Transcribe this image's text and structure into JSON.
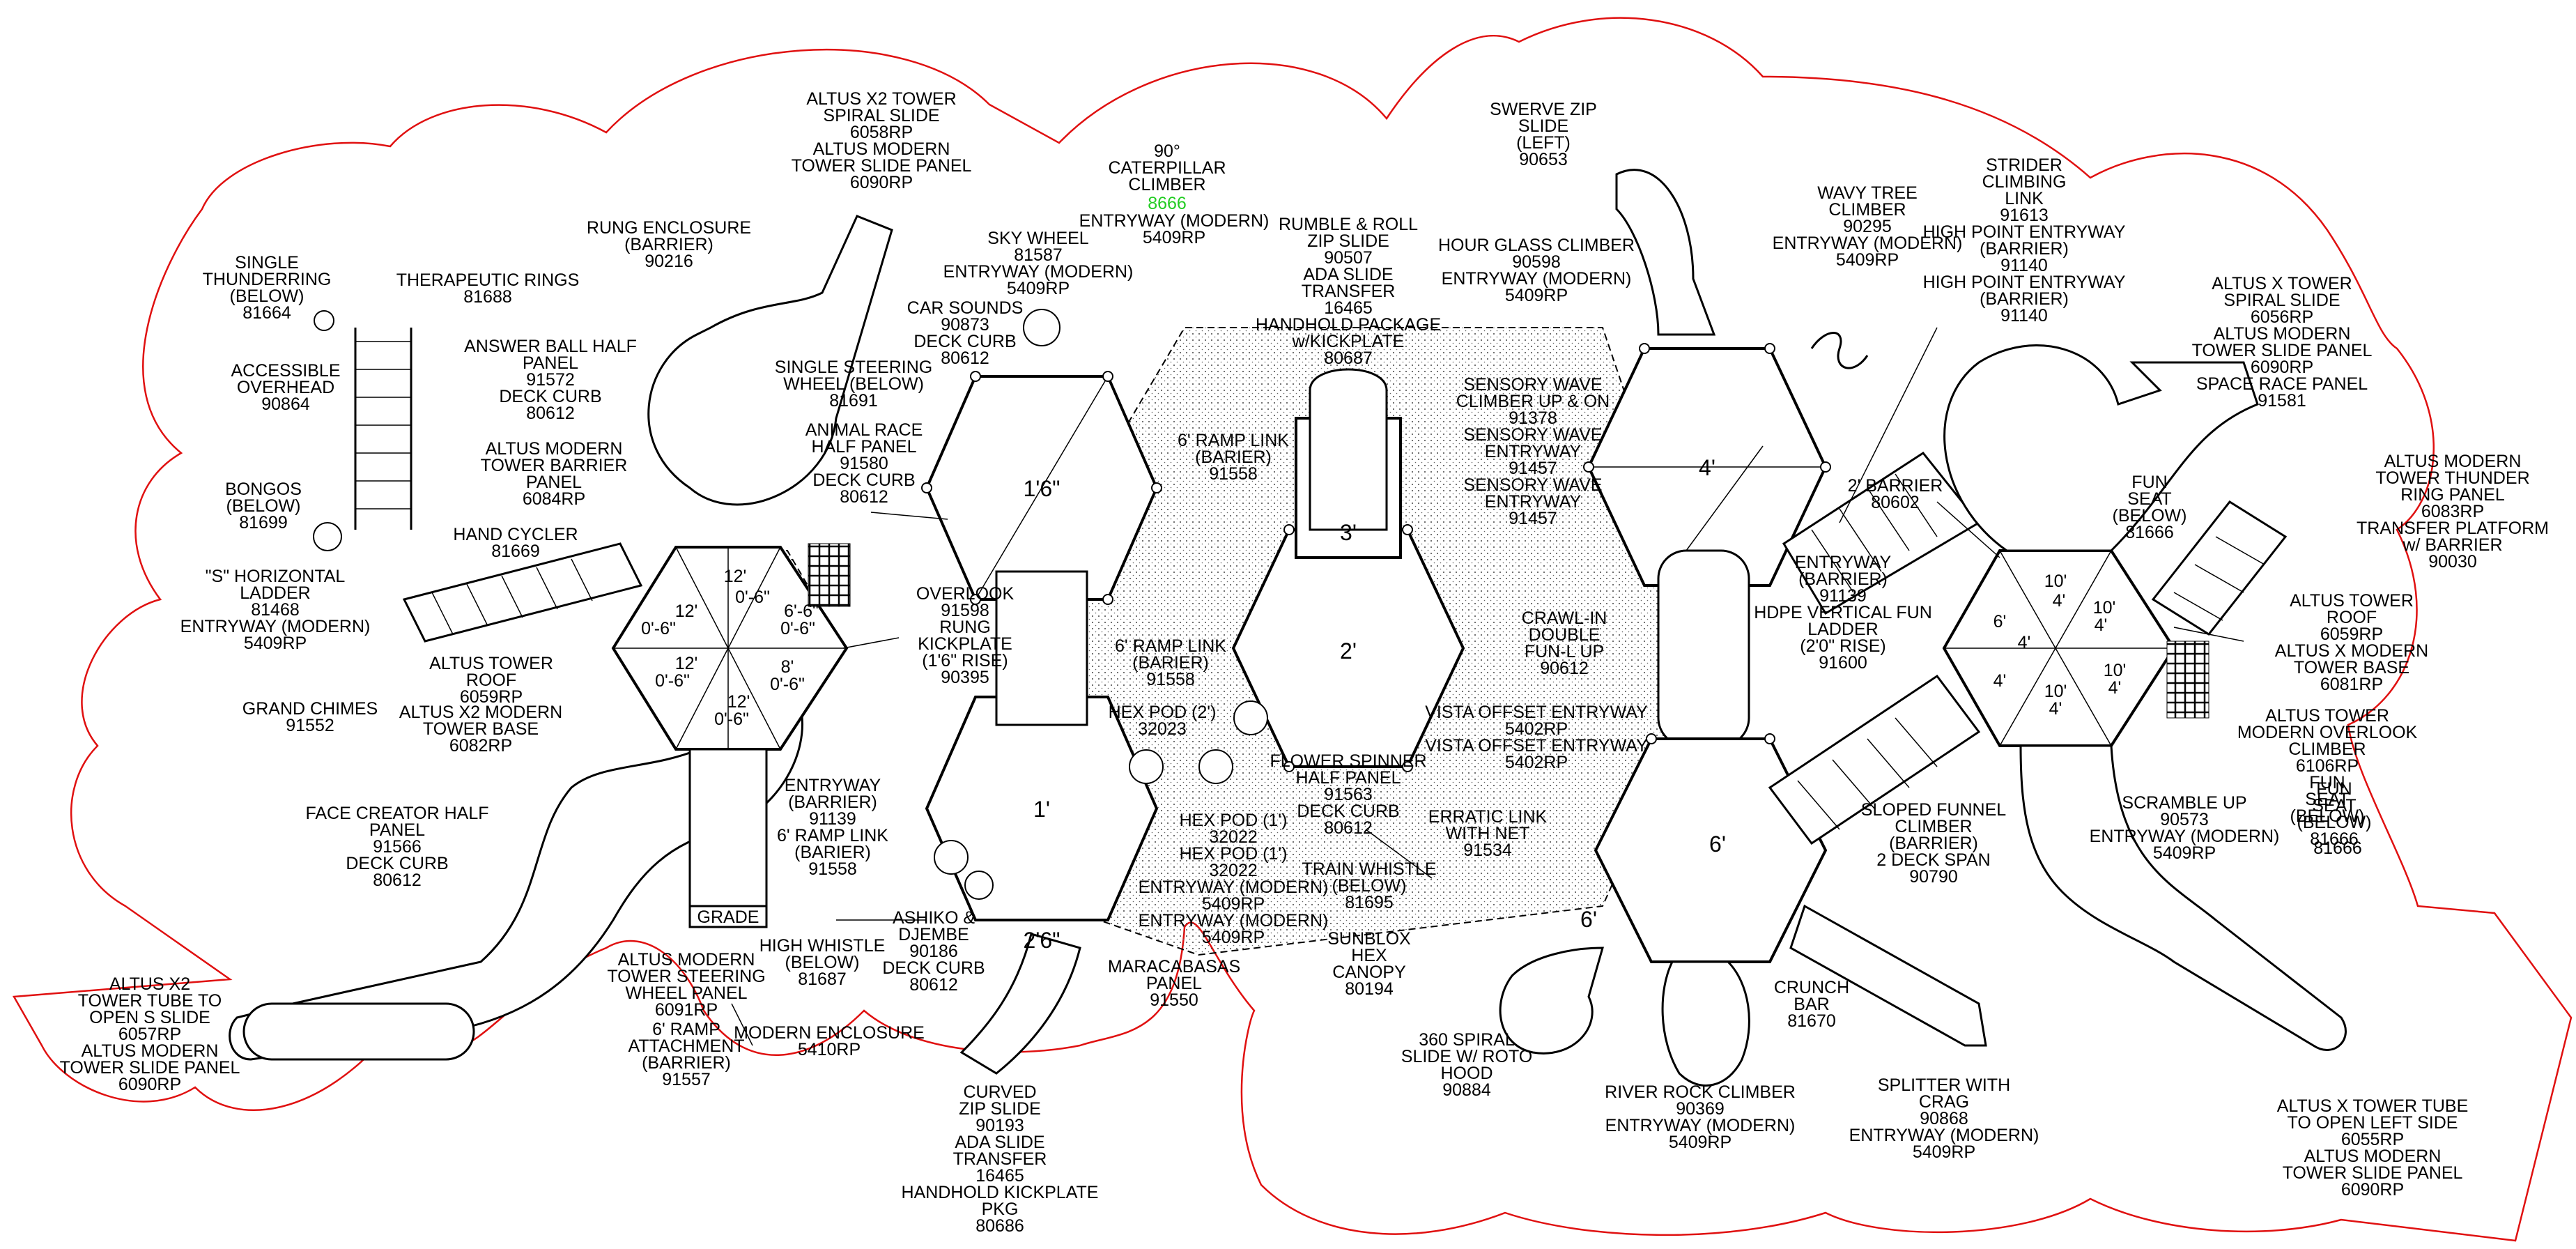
{
  "colors": {
    "outline": "#e01010",
    "highlight": "#22cc22",
    "ink": "#000000"
  },
  "decks": [
    {
      "id": "d1",
      "label": "1'6\""
    },
    {
      "id": "d2",
      "label": "1'"
    },
    {
      "id": "d3",
      "label": "2'"
    },
    {
      "id": "d4",
      "label": "4'"
    },
    {
      "id": "d5",
      "label": "6'"
    },
    {
      "id": "d6",
      "label": "3'"
    },
    {
      "id": "d7",
      "label": "2'6\""
    },
    {
      "id": "d8",
      "label": "6'"
    }
  ],
  "left_tower_heights": [
    "12'",
    "0'-6\"",
    "6'-6\"",
    "0'-6\"",
    "12'",
    "0'-6\"",
    "8'",
    "0'-6\"",
    "12'",
    "0'-6\"",
    "12'",
    "0'-6\""
  ],
  "right_tower_heights": [
    "10'",
    "4'",
    "10'",
    "4'",
    "6'",
    "4'",
    "4'",
    "10'",
    "4'",
    "10'",
    "4'"
  ],
  "grade_label": "GRADE",
  "labels": [
    {
      "id": "single-thunderring",
      "lines": [
        "SINGLE",
        "THUNDERRING",
        "(BELOW)",
        "81664"
      ]
    },
    {
      "id": "therapeutic-rings",
      "lines": [
        "THERAPEUTIC RINGS",
        "81688"
      ]
    },
    {
      "id": "accessible-overhead",
      "lines": [
        "ACCESSIBLE",
        "OVERHEAD",
        "90864"
      ]
    },
    {
      "id": "bongos",
      "lines": [
        "BONGOS",
        "(BELOW)",
        "81699"
      ]
    },
    {
      "id": "rung-enclosure",
      "lines": [
        "RUNG ENCLOSURE",
        "(BARRIER)",
        "90216"
      ]
    },
    {
      "id": "altus-x2-tower-spiral",
      "lines": [
        "ALTUS X2 TOWER",
        "SPIRAL SLIDE",
        "6058RP",
        "ALTUS MODERN",
        "TOWER SLIDE PANEL",
        "6090RP"
      ]
    },
    {
      "id": "answer-ball",
      "lines": [
        "ANSWER BALL HALF",
        "PANEL",
        "91572",
        "DECK CURB",
        "80612"
      ]
    },
    {
      "id": "altus-modern-barrier",
      "lines": [
        "ALTUS MODERN",
        "TOWER BARRIER",
        "PANEL",
        "6084RP"
      ]
    },
    {
      "id": "hand-cycler",
      "lines": [
        "HAND CYCLER",
        "81669"
      ]
    },
    {
      "id": "s-horizontal-ladder",
      "lines": [
        "\"S\" HORIZONTAL",
        "LADDER",
        "81468",
        "ENTRYWAY (MODERN)",
        "5409RP"
      ]
    },
    {
      "id": "altus-tower-roof-left",
      "lines": [
        "ALTUS TOWER",
        "ROOF",
        "6059RP"
      ]
    },
    {
      "id": "grand-chimes",
      "lines": [
        "GRAND CHIMES",
        "91552"
      ]
    },
    {
      "id": "altus-x2-modern-base",
      "lines": [
        "ALTUS X2 MODERN",
        "TOWER BASE",
        "6082RP"
      ]
    },
    {
      "id": "face-creator",
      "lines": [
        "FACE CREATOR HALF",
        "PANEL",
        "91566",
        "DECK CURB",
        "80612"
      ]
    },
    {
      "id": "altus-x2-tube",
      "lines": [
        "ALTUS X2",
        "TOWER TUBE TO",
        "OPEN S SLIDE",
        "6057RP",
        "ALTUS MODERN",
        "TOWER SLIDE PANEL",
        "6090RP"
      ]
    },
    {
      "id": "altus-modern-steering",
      "lines": [
        "ALTUS MODERN",
        "TOWER STEERING",
        "WHEEL PANEL",
        "6091RP"
      ]
    },
    {
      "id": "ramp-attachment",
      "lines": [
        "6' RAMP",
        "ATTACHMENT",
        "(BARRIER)",
        "91557"
      ]
    },
    {
      "id": "modern-enclosure",
      "lines": [
        "MODERN ENCLOSURE",
        "5410RP"
      ]
    },
    {
      "id": "high-whistle",
      "lines": [
        "HIGH WHISTLE",
        "(BELOW)",
        "81687"
      ]
    },
    {
      "id": "entryway-barrier-left",
      "lines": [
        "ENTRYWAY",
        "(BARRIER)",
        "91139",
        "6' RAMP LINK",
        "(BARIER)",
        "91558"
      ]
    },
    {
      "id": "ashiko",
      "lines": [
        "ASHIKO &",
        "DJEMBE",
        "90186",
        "DECK CURB",
        "80612"
      ]
    },
    {
      "id": "curved-zip",
      "lines": [
        "CURVED",
        "ZIP SLIDE",
        "90193",
        "ADA SLIDE",
        "TRANSFER",
        "16465",
        "HANDHOLD KICKPLATE",
        "PKG",
        "80686"
      ]
    },
    {
      "id": "maracabasas",
      "lines": [
        "MARACABASAS",
        "PANEL",
        "91550"
      ]
    },
    {
      "id": "car-sounds",
      "lines": [
        "CAR SOUNDS",
        "90873",
        "DECK CURB",
        "80612"
      ]
    },
    {
      "id": "sky-wheel",
      "lines": [
        "SKY WHEEL",
        "81587",
        "ENTRYWAY (MODERN)",
        "5409RP"
      ]
    },
    {
      "id": "single-steering",
      "lines": [
        "SINGLE STEERING",
        "WHEEL (BELOW)",
        "81691"
      ]
    },
    {
      "id": "animal-race",
      "lines": [
        "ANIMAL RACE",
        "HALF PANEL",
        "91580",
        "DECK CURB",
        "80612"
      ]
    },
    {
      "id": "overlook",
      "lines": [
        "OVERLOOK",
        "91598",
        "RUNG",
        "KICKPLATE",
        "(1'6\" RISE)",
        "90395"
      ]
    },
    {
      "id": "caterpillar-top",
      "lines": [
        "90°",
        "CATERPILLAR",
        "CLIMBER"
      ]
    },
    {
      "id": "caterpillar-num",
      "lines": [
        "8666"
      ]
    },
    {
      "id": "caterpillar-entry",
      "lines": [
        "ENTRYWAY (MODERN)",
        "5409RP"
      ]
    },
    {
      "id": "rumble-roll",
      "lines": [
        "RUMBLE & ROLL",
        "ZIP SLIDE",
        "90507",
        "ADA SLIDE",
        "TRANSFER",
        "16465",
        "HANDHOLD PACKAGE",
        "w/KICKPLATE",
        "80687"
      ]
    },
    {
      "id": "ramp-link-top",
      "lines": [
        "6' RAMP LINK",
        "(BARIER)",
        "91558"
      ]
    },
    {
      "id": "ramp-link-mid",
      "lines": [
        "6' RAMP LINK",
        "(BARIER)",
        "91558"
      ]
    },
    {
      "id": "hex-pod-2",
      "lines": [
        "HEX POD (2')",
        "32023"
      ]
    },
    {
      "id": "flower-spinner",
      "lines": [
        "FLOWER SPINNER",
        "HALF PANEL",
        "91563",
        "DECK CURB",
        "80612"
      ]
    },
    {
      "id": "hex-pod-1",
      "lines": [
        "HEX POD (1')",
        "32022",
        "HEX POD (1')",
        "32022",
        "ENTRYWAY (MODERN)",
        "5409RP",
        "ENTRYWAY (MODERN)",
        "5409RP"
      ]
    },
    {
      "id": "train-whistle",
      "lines": [
        "TRAIN WHISTLE",
        "(BELOW)",
        "81695"
      ]
    },
    {
      "id": "sunblox",
      "lines": [
        "SUNBLOX",
        "HEX",
        "CANOPY",
        "80194"
      ]
    },
    {
      "id": "spiral-360",
      "lines": [
        "360 SPIRAL",
        "SLIDE W/ ROTO",
        "HOOD",
        "90884"
      ]
    },
    {
      "id": "erratic-link",
      "lines": [
        "ERRATIC LINK",
        "WITH NET",
        "91534"
      ]
    },
    {
      "id": "vista-offset",
      "lines": [
        "VISTA OFFSET ENTRYWAY",
        "5402RP",
        "VISTA OFFSET ENTRYWAY",
        "5402RP"
      ]
    },
    {
      "id": "crawl-in",
      "lines": [
        "CRAWL-IN",
        "DOUBLE",
        "FUN-L UP",
        "90612"
      ]
    },
    {
      "id": "sensory-wave",
      "lines": [
        "SENSORY WAVE",
        "CLIMBER UP & ON",
        "91378",
        "SENSORY WAVE",
        "ENTRYWAY",
        "91457",
        "SENSORY WAVE",
        "ENTRYWAY",
        "91457"
      ]
    },
    {
      "id": "hour-glass",
      "lines": [
        "HOUR GLASS CLIMBER",
        "90598",
        "ENTRYWAY (MODERN)",
        "5409RP"
      ]
    },
    {
      "id": "swerve-zip",
      "lines": [
        "SWERVE ZIP",
        "SLIDE",
        "(LEFT)",
        "90653"
      ]
    },
    {
      "id": "wavy-tree",
      "lines": [
        "WAVY TREE",
        "CLIMBER",
        "90295",
        "ENTRYWAY (MODERN)",
        "5409RP"
      ]
    },
    {
      "id": "strider",
      "lines": [
        "STRIDER",
        "CLIMBING",
        "LINK",
        "91613",
        "HIGH POINT ENTRYWAY",
        "(BARRIER)",
        "91140",
        "HIGH POINT ENTRYWAY",
        "(BARRIER)",
        "91140"
      ]
    },
    {
      "id": "barrier-2",
      "lines": [
        "2' BARRIER",
        "80602"
      ]
    },
    {
      "id": "entryway-barrier-right",
      "lines": [
        "ENTRYWAY",
        "(BARRIER)",
        "91139",
        "HDPE VERTICAL FUN",
        "LADDER",
        "(2'0\" RISE)",
        "91600"
      ]
    },
    {
      "id": "fun-seat-below",
      "lines": [
        "FUN",
        "SEAT",
        "(BELOW)",
        "81666"
      ]
    },
    {
      "id": "sloped-funnel",
      "lines": [
        "SLOPED FUNNEL",
        "CLIMBER",
        "(BARRIER)",
        "2 DECK SPAN",
        "90790"
      ]
    },
    {
      "id": "crunch-bar",
      "lines": [
        "CRUNCH",
        "BAR",
        "81670"
      ]
    },
    {
      "id": "river-rock",
      "lines": [
        "RIVER ROCK CLIMBER",
        "90369",
        "ENTRYWAY (MODERN)",
        "5409RP"
      ]
    },
    {
      "id": "splitter",
      "lines": [
        "SPLITTER WITH",
        "CRAG",
        "90868",
        "ENTRYWAY (MODERN)",
        "5409RP"
      ]
    },
    {
      "id": "scramble-up",
      "lines": [
        "SCRAMBLE UP",
        "90573",
        "ENTRYWAY (MODERN)",
        "5409RP"
      ]
    },
    {
      "id": "altus-x-spiral",
      "lines": [
        "ALTUS X TOWER",
        "SPIRAL SLIDE",
        "6056RP",
        "ALTUS MODERN",
        "TOWER SLIDE PANEL",
        "6090RP",
        "SPACE RACE PANEL",
        "91581"
      ]
    },
    {
      "id": "fun-seat-right",
      "lines": [
        "FUN",
        "SEAT",
        "(BELOW)",
        "81666"
      ]
    },
    {
      "id": "thunder-ring",
      "lines": [
        "ALTUS MODERN",
        "TOWER THUNDER",
        "RING PANEL",
        "6083RP",
        "TRANSFER PLATFORM",
        "w/ BARRIER",
        "90030"
      ]
    },
    {
      "id": "altus-tower-roof-right",
      "lines": [
        "ALTUS TOWER",
        "ROOF",
        "6059RP",
        "ALTUS X MODERN",
        "TOWER BASE",
        "6081RP"
      ]
    },
    {
      "id": "overlook-climber",
      "lines": [
        "ALTUS TOWER",
        "MODERN OVERLOOK",
        "CLIMBER",
        "6106RP",
        "FUN",
        "SEAT",
        "(BELOW)"
      ]
    },
    {
      "id": "overlook-climber-num",
      "lines": [
        "81666"
      ]
    },
    {
      "id": "altus-x-tube",
      "lines": [
        "ALTUS X TOWER TUBE",
        "TO OPEN LEFT SIDE",
        "6055RP",
        "ALTUS MODERN",
        "TOWER SLIDE PANEL",
        "6090RP"
      ]
    }
  ]
}
